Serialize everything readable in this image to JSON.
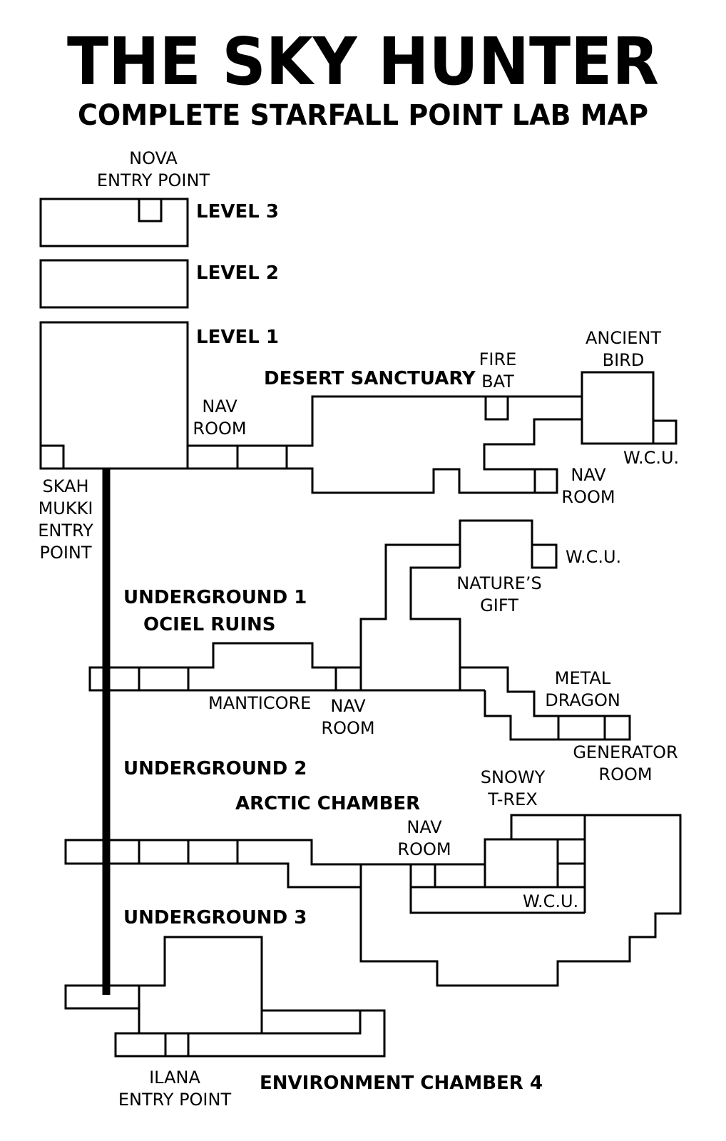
{
  "title": "THE SKY HUNTER",
  "subtitle": "COMPLETE STARFALL POINT LAB MAP",
  "levels": {
    "level3": "LEVEL 3",
    "level2": "LEVEL 2",
    "level1": "LEVEL 1",
    "underground1": "UNDERGROUND 1",
    "underground2": "UNDERGROUND 2",
    "underground3": "UNDERGROUND 3"
  },
  "areas": {
    "desert_sanctuary": "DESERT SANCTUARY",
    "ociel_ruins": "OCIEL RUINS",
    "arctic_chamber": "ARCTIC CHAMBER",
    "environment_chamber_4": "ENVIRONMENT CHAMBER 4"
  },
  "labels": {
    "nova_entry": [
      "NOVA",
      "ENTRY POINT"
    ],
    "skah_mukki_entry": [
      "SKAH",
      "MUKKI",
      "ENTRY",
      "POINT"
    ],
    "ilana_entry": [
      "ILANA",
      "ENTRY POINT"
    ],
    "nav_room_l1a": [
      "NAV",
      "ROOM"
    ],
    "nav_room_l1b": [
      "NAV",
      "ROOM"
    ],
    "nav_room_u1": [
      "NAV",
      "ROOM"
    ],
    "nav_room_u2": [
      "NAV",
      "ROOM"
    ],
    "fire_bat": [
      "FIRE",
      "BAT"
    ],
    "ancient_bird": [
      "ANCIENT",
      "BIRD"
    ],
    "wcu_l1": "W.C.U.",
    "wcu_u1": "W.C.U.",
    "wcu_u2": "W.C.U.",
    "natures_gift": [
      "NATURE’S",
      "GIFT"
    ],
    "manticore": "MANTICORE",
    "metal_dragon": [
      "METAL",
      "DRAGON"
    ],
    "generator_room": [
      "GENERATOR",
      "ROOM"
    ],
    "snowy_trex": [
      "SNOWY",
      "T-REX"
    ]
  }
}
